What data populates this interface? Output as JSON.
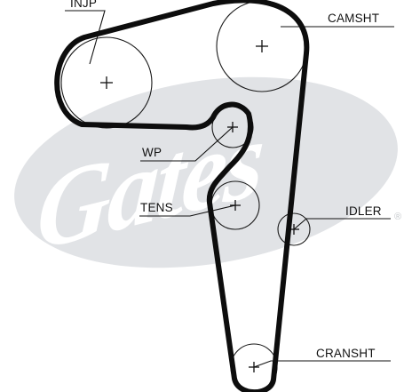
{
  "diagram": {
    "labels": {
      "injp": "INJP",
      "camsht": "CAMSHT",
      "wp": "WP",
      "tens": "TENS",
      "idler": "IDLER",
      "cransht": "CRANSHT"
    },
    "watermark": {
      "text": "Gates",
      "trademark": "®"
    },
    "colors": {
      "ink": "#111111",
      "belt": "#0d0d0d",
      "watermark_fill": "#e1e3e6",
      "background": "#ffffff"
    },
    "icons": {
      "center_mark": "plus-crosshair"
    }
  }
}
